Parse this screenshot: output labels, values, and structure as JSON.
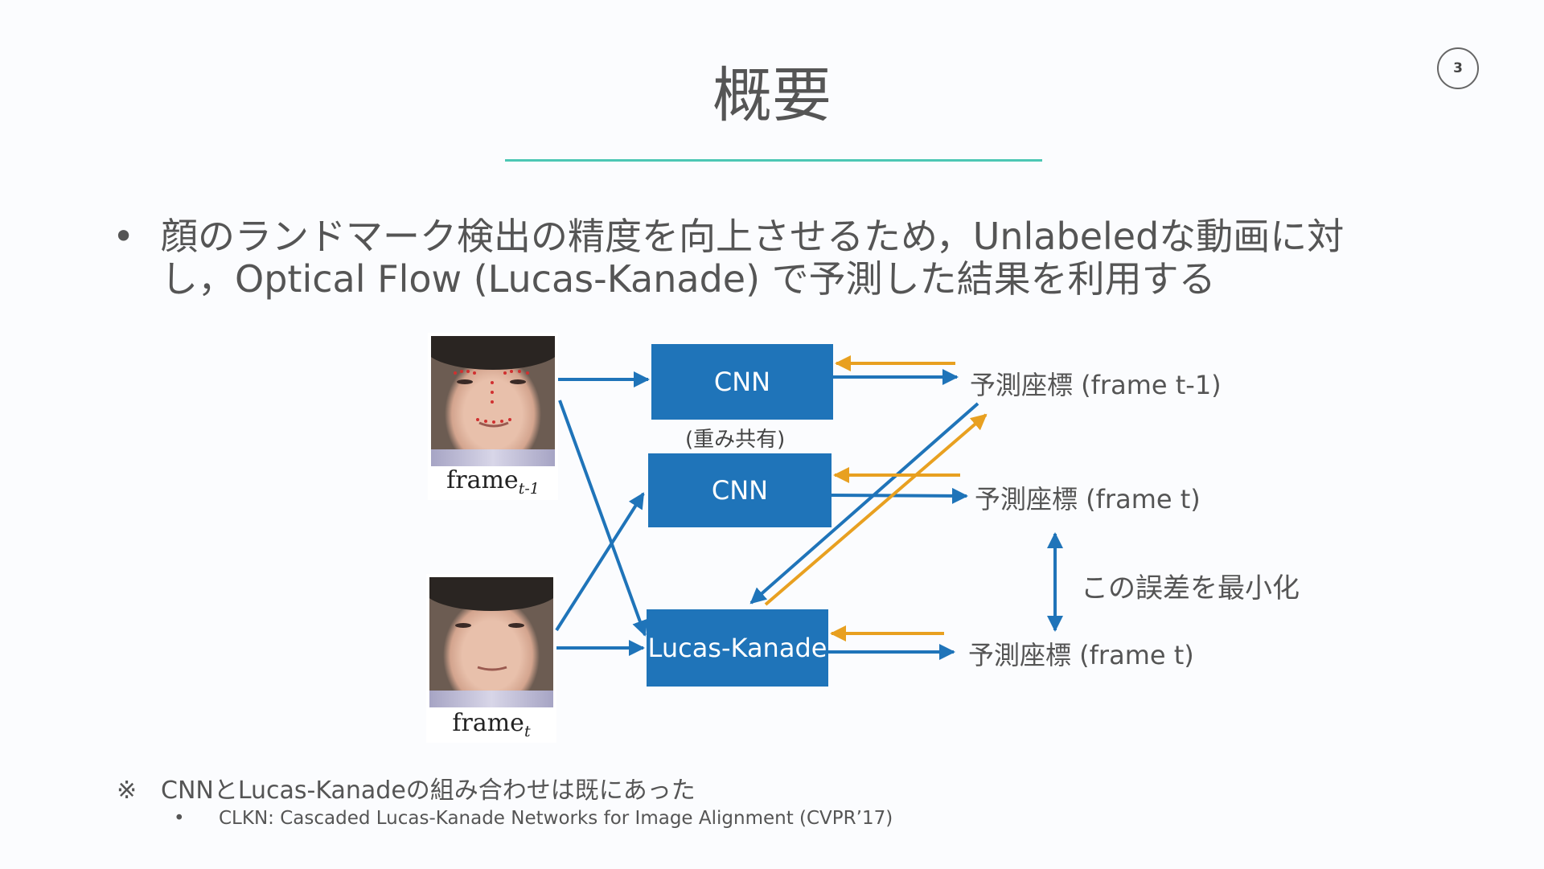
{
  "page_number": "3",
  "title": "概要",
  "bullet": {
    "marker": "•",
    "line1": "顔のランドマーク検出の精度を向上させるため，Unlabeledな動画に対",
    "line2": "し，Optical Flow (Lucas-Kanade) で予測した結果を利用する"
  },
  "diagram": {
    "frame_prev_label": "frame",
    "frame_prev_sub": "t-1",
    "frame_cur_label": "frame",
    "frame_cur_sub": "t",
    "cnn_top": "CNN",
    "cnn_bottom": "CNN",
    "weight_share": "(重み共有)",
    "lucas_kanade": "Lucas-Kanade",
    "pred_prev": "予測座標 (frame t-1)",
    "pred_cur_cnn": "予測座標 (frame t)",
    "pred_cur_lk": "予測座標 (frame t)",
    "error_label": "この誤差を最小化",
    "colors": {
      "block": "#1f74b9",
      "forward_arrow": "#1f74b9",
      "backward_arrow": "#e8a020"
    }
  },
  "footnote": {
    "mark": "※",
    "text": "CNNとLucas-Kanadeの組み合わせは既にあった",
    "sub_marker": "•",
    "sub_text": "CLKN: Cascaded Lucas-Kanade Networks for Image Alignment (CVPR’17)"
  }
}
